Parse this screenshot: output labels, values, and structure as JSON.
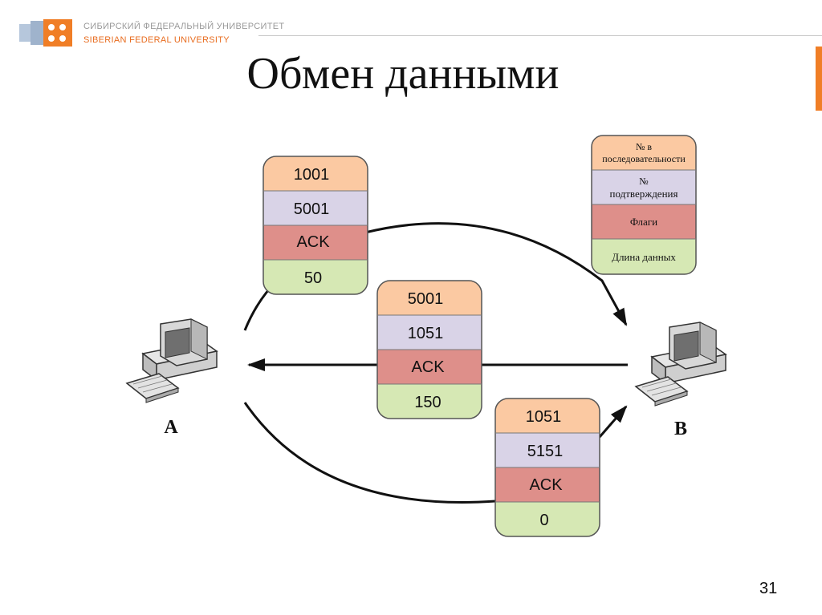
{
  "header": {
    "university_ru": "СИБИРСКИЙ ФЕДЕРАЛЬНЫЙ УНИВЕРСИТЕТ",
    "university_en": "SIBERIAN FEDERAL UNIVERSITY"
  },
  "slide": {
    "title": "Обмен данными",
    "page_number": "31"
  },
  "hosts": {
    "a_label": "A",
    "b_label": "B"
  },
  "segments": [
    {
      "seq": "1001",
      "ack_no": "5001",
      "flags": "ACK",
      "length": "50"
    },
    {
      "seq": "5001",
      "ack_no": "1051",
      "flags": "ACK",
      "length": "150"
    },
    {
      "seq": "1051",
      "ack_no": "5151",
      "flags": "ACK",
      "length": "0"
    }
  ],
  "legend": {
    "seq_line1": "№ в",
    "seq_line2": "последовательности",
    "ack_line1": "№",
    "ack_line2": "подтверждения",
    "flags": "Флаги",
    "length": "Длина данных"
  },
  "colors": {
    "seq": "#fbc9a2",
    "ack_no": "#d9d3e7",
    "flags": "#de8f8a",
    "length": "#d6e8b4",
    "accent": "#f07e26"
  }
}
